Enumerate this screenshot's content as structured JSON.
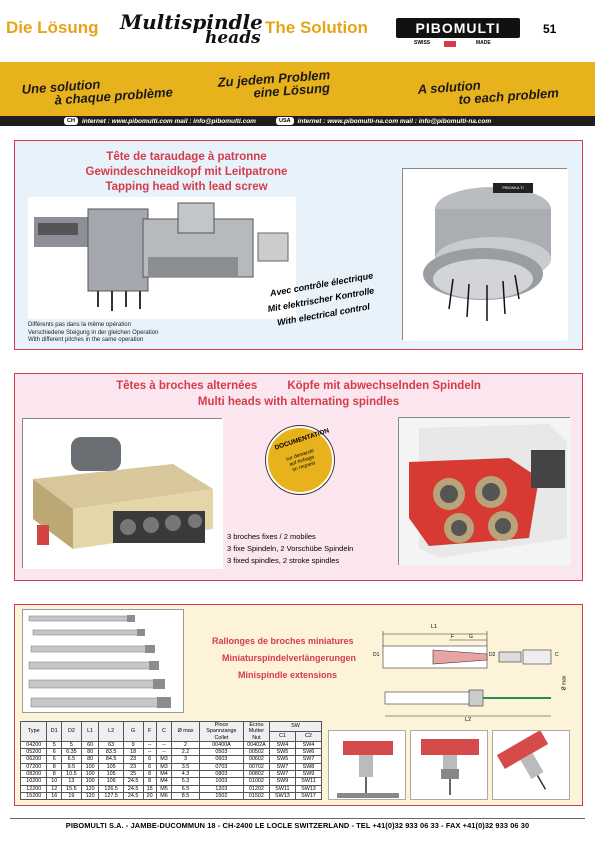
{
  "header": {
    "title_de": "Die Lösung",
    "title_cursive_1": "Multispindle",
    "title_cursive_2": "heads",
    "title_en": "The Solution",
    "brand": "PIBOMULTI",
    "brand_sub_1": "SWISS",
    "brand_sub_2": "MADE",
    "page_number": "51",
    "slogan_fr_1": "Une solution",
    "slogan_fr_2": "à chaque problème",
    "slogan_de_1": "Zu jedem Problem",
    "slogan_de_2": "eine Lösung",
    "slogan_en_1": "A solution",
    "slogan_en_2": "to each problem",
    "web_ch_flag": "CH",
    "web_ch": "internet : www.pibomulti.com  mail : info@pibomulti.com",
    "web_usa_flag": "USA",
    "web_usa": "internet : www.pibomulti-na.com  mail : info@pibomulti-na.com"
  },
  "panel1": {
    "title_fr": "Tête de taraudage à patronne",
    "title_de": "Gewindeschneidkopf mit Leitpatrone",
    "title_en": "Tapping head with lead screw",
    "note_fr": "Différents pas dans la même opération",
    "note_de": "Verschiedene Steigung in der gleichen Operation",
    "note_en": "With different pitches in the same operation",
    "ctrl_fr": "Avec contrôle électrique",
    "ctrl_de": "Mit elektrischer Kontrolle",
    "ctrl_en": "With electrical control",
    "photo_brand": "PIBOMULTI"
  },
  "panel2": {
    "title_fr": "Têtes à broches alternées",
    "title_de": "Köpfe mit abwechselnden Spindeln",
    "title_en": "Multi heads with alternating spindles",
    "badge_title": "DOCUMENTATION",
    "badge_1": "sur demande",
    "badge_2": "auf Anfrage",
    "badge_3": "on request",
    "spec_fr": "3 broches fixes / 2 mobiles",
    "spec_de": "3 fixe Spindeln, 2 Vorschübe  Spindeln",
    "spec_en": "3 fixed spindles, 2 stroke spindles"
  },
  "panel3": {
    "title_fr": "Rallonges de broches miniatures",
    "title_de": "Miniaturspindelverlängerungen",
    "title_en": "Minispindle extensions",
    "dim_labels": [
      "L1",
      "F",
      "G",
      "D1",
      "D2",
      "Ø max",
      "C",
      "L2"
    ],
    "table": {
      "headers": [
        "Type",
        "D1",
        "D2",
        "L1",
        "L2",
        "G",
        "F",
        "C",
        "Ø max",
        "Pince Spannzange Collet",
        "Ecrou Mutter Nut",
        "SW"
      ],
      "sw_sub": [
        "C1",
        "C2"
      ],
      "rows": [
        [
          "04200",
          "5",
          "5",
          "60",
          "63",
          "9",
          "--",
          "--",
          "2",
          "00400A",
          "00402A",
          "SW4",
          "SW4"
        ],
        [
          "05200",
          "6",
          "6.35",
          "80",
          "83.5",
          "18",
          "--",
          "--",
          "2.2",
          "0503",
          "00502",
          "SW5",
          "SW6"
        ],
        [
          "06200",
          "6",
          "6.5",
          "80",
          "84.5",
          "23",
          "6",
          "M3",
          "3",
          "0603",
          "00602",
          "SW5",
          "SW7"
        ],
        [
          "07200",
          "8",
          "9.5",
          "100",
          "105",
          "23",
          "6",
          "M3",
          "3.5",
          "0703",
          "00702",
          "SW7",
          "SW8"
        ],
        [
          "08200",
          "8",
          "10.5",
          "100",
          "105",
          "25",
          "8",
          "M4",
          "4.3",
          "0803",
          "00802",
          "SW7",
          "SW9"
        ],
        [
          "10200",
          "10",
          "13",
          "100",
          "106",
          "24.5",
          "8",
          "M4",
          "5.3",
          "1003",
          "01002",
          "SW9",
          "SW11"
        ],
        [
          "12200",
          "12",
          "15.5",
          "120",
          "126.5",
          "24.5",
          "15",
          "M5",
          "6.5",
          "1203",
          "01202",
          "SW11",
          "SW13"
        ],
        [
          "15200",
          "16",
          "19",
          "120",
          "127.5",
          "24.5",
          "20",
          "M6",
          "8.5",
          "1502",
          "01502",
          "SW13",
          "SW17"
        ]
      ]
    }
  },
  "footer": {
    "text": "PIBOMULTI S.A.  -  JAMBE-DUCOMMUN 18  -  CH-2400 LE LOCLE SWITZERLAND  -  TEL +41(0)32 933 06 33  -  FAX +41(0)32 933 06 30"
  },
  "colors": {
    "accent_yellow": "#e8b21c",
    "red": "#d43c4a",
    "panel1_bg": "#e8f2fb",
    "panel2_bg": "#fbe6ef",
    "panel3_bg": "#fdf3d8"
  }
}
